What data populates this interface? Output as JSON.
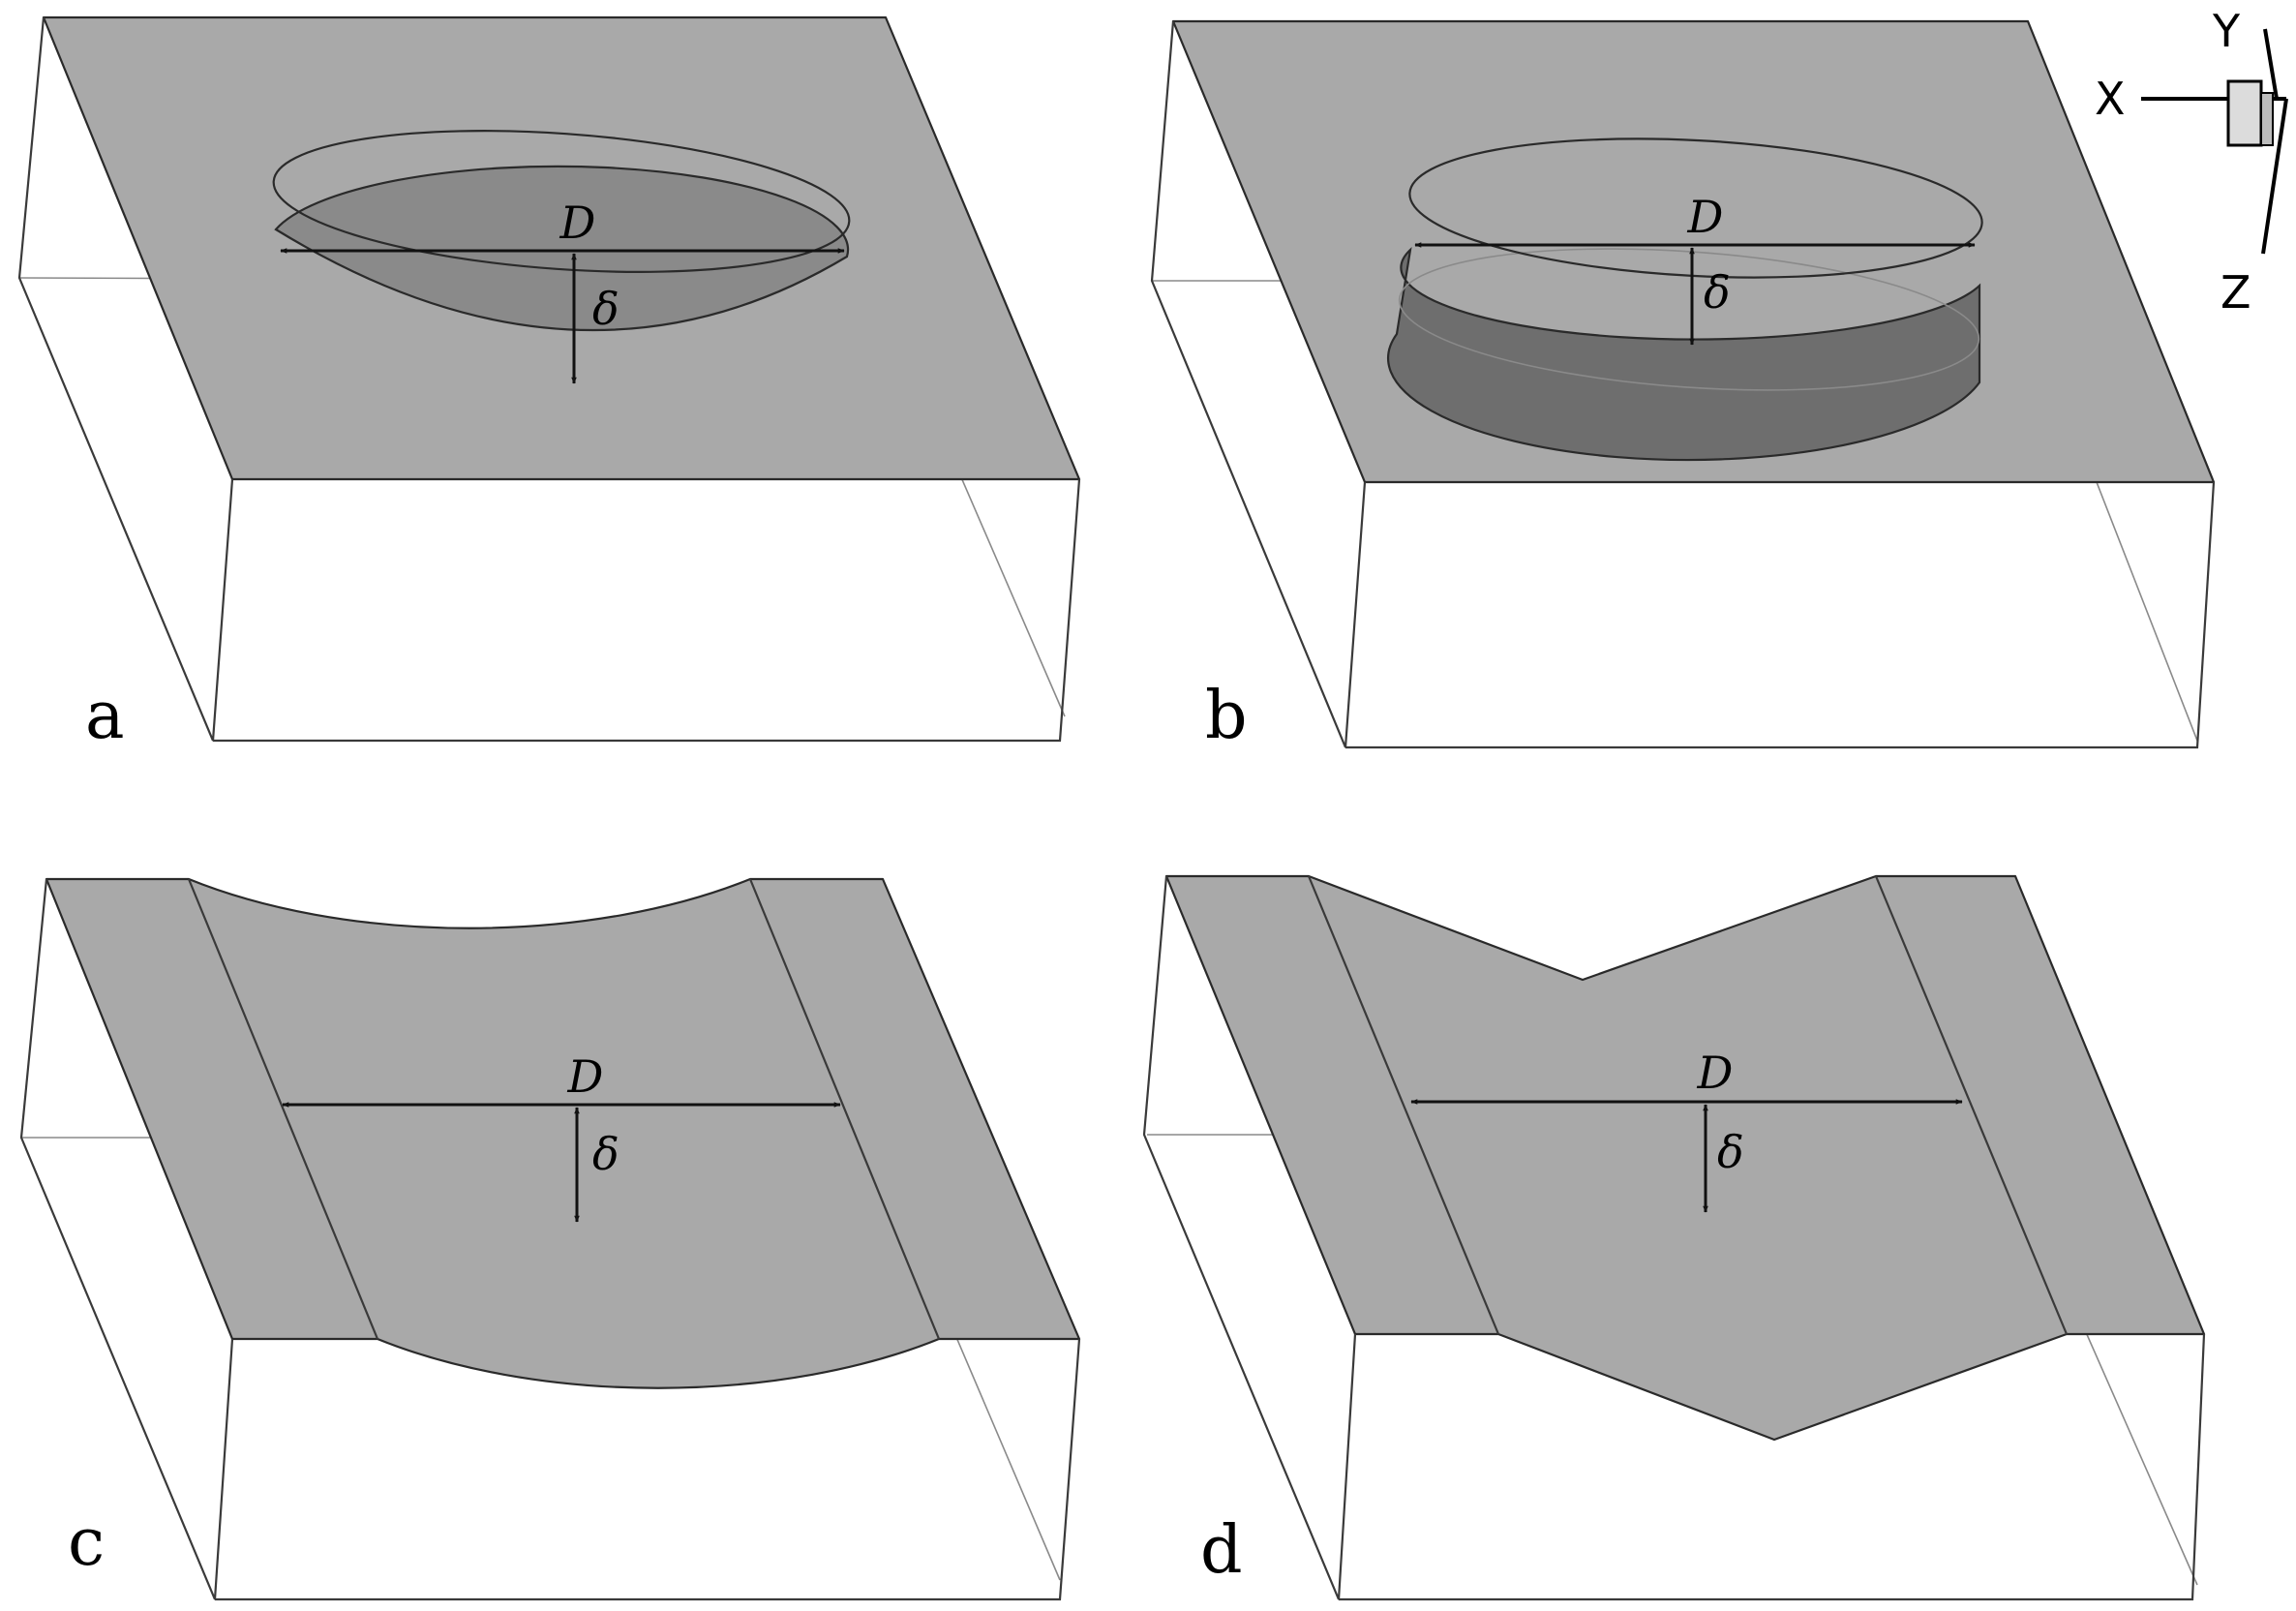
{
  "panels": [
    {
      "id": "a",
      "label": "a",
      "D": "D",
      "delta": "δ"
    },
    {
      "id": "b",
      "label": "b",
      "D": "D",
      "delta": "δ"
    },
    {
      "id": "c",
      "label": "c",
      "D": "D",
      "delta": "δ"
    },
    {
      "id": "d",
      "label": "d",
      "D": "D",
      "delta": "δ"
    }
  ],
  "axes": {
    "x": "X",
    "y": "Y",
    "z": "Z"
  }
}
